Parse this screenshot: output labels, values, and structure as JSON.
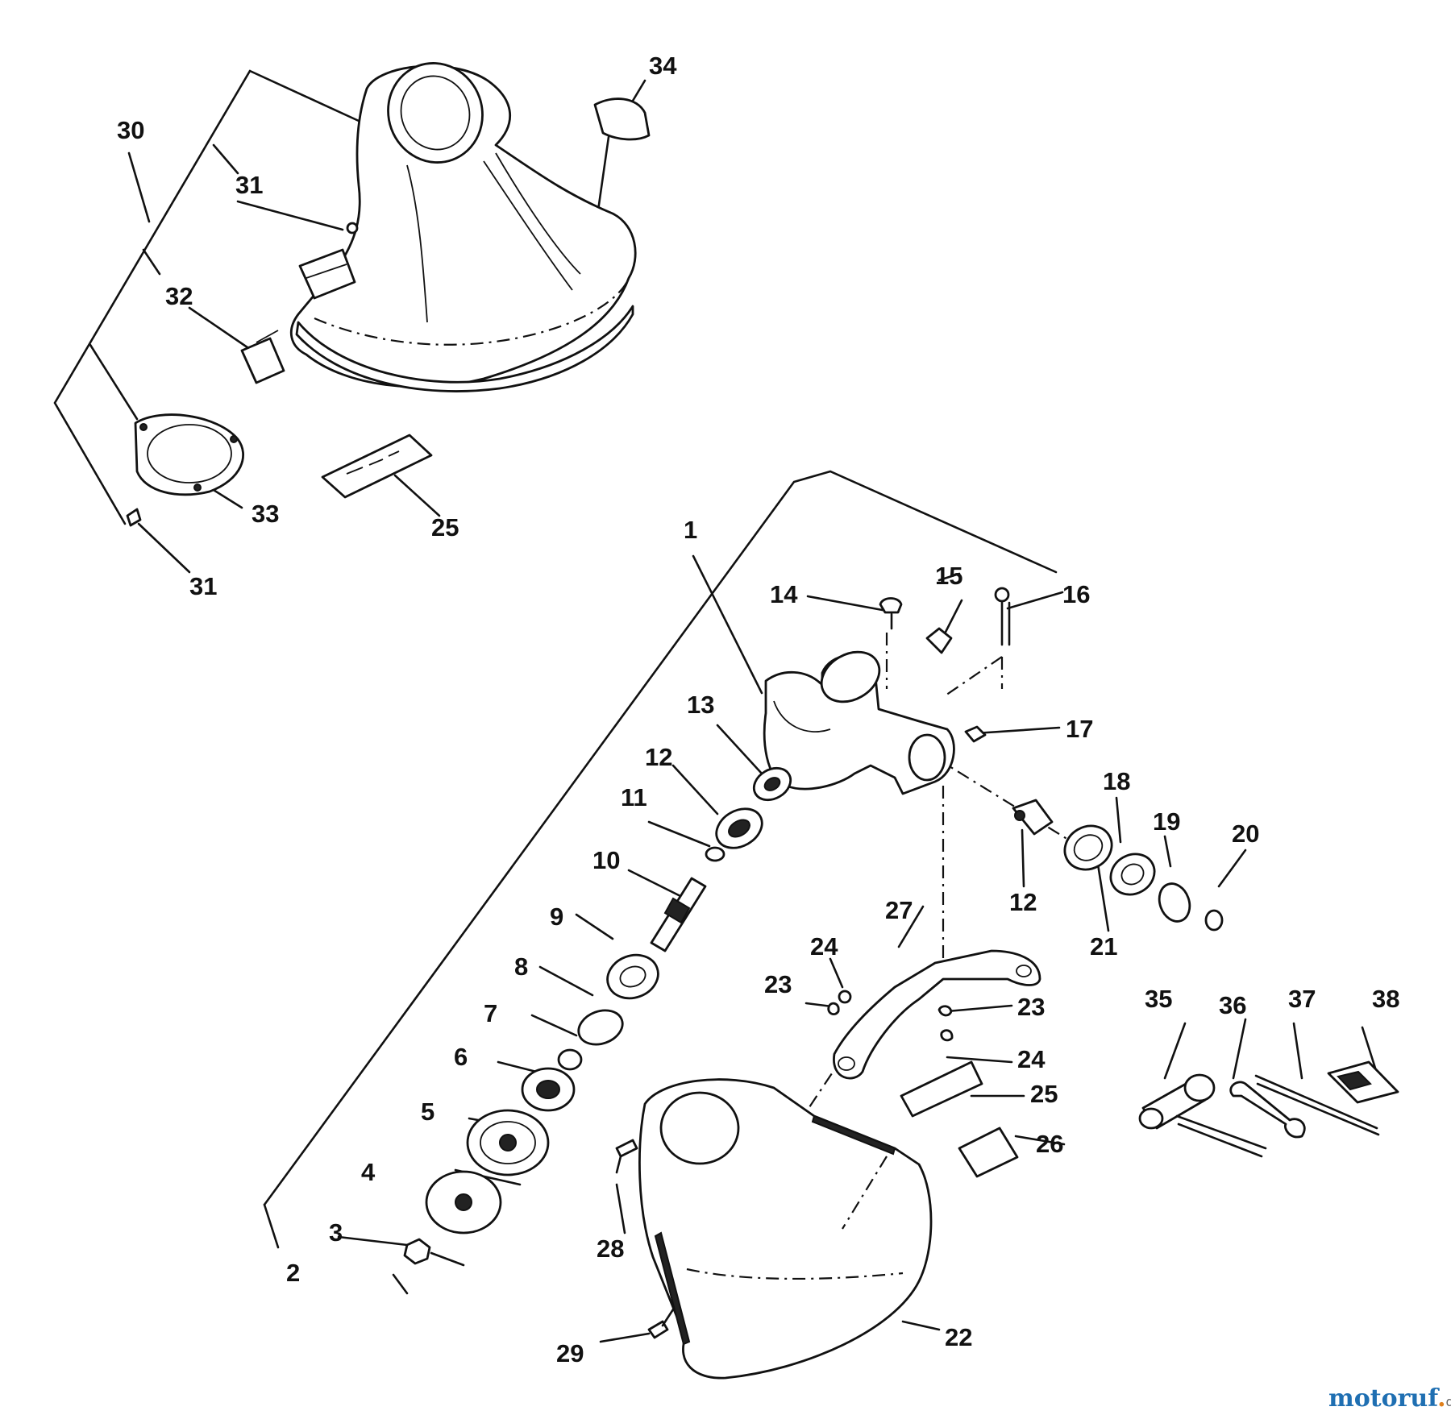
{
  "diagram": {
    "type": "exploded-parts-view",
    "callouts": [
      "1",
      "2",
      "3",
      "4",
      "5",
      "6",
      "7",
      "8",
      "9",
      "10",
      "11",
      "12",
      "12",
      "13",
      "14",
      "15",
      "16",
      "17",
      "18",
      "19",
      "20",
      "21",
      "22",
      "23",
      "23",
      "24",
      "24",
      "25",
      "25",
      "26",
      "27",
      "28",
      "29",
      "30",
      "31",
      "31",
      "32",
      "33",
      "34",
      "35",
      "36",
      "37",
      "38"
    ]
  },
  "watermark": {
    "part1": "motoruf",
    "part2": ".",
    "part3": "de"
  }
}
